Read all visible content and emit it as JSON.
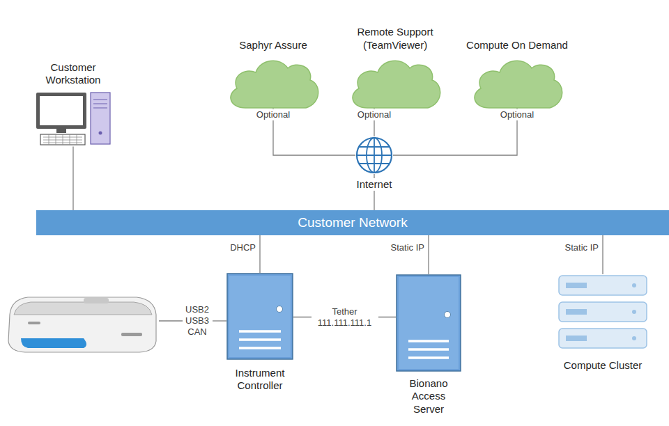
{
  "diagram": {
    "nodes": [
      {
        "text": [
          "Saphyr Assure"
        ]
      },
      {
        "text": [
          "Remote Support (TeamViewer)"
        ]
      },
      {
        "text": [
          "Compute On Demand"
        ]
      },
      {
        "text": [
          "Customer Workstation"
        ]
      },
      {
        "text": [
          "Internet"
        ]
      },
      {
        "text": [
          "Customer Network"
        ]
      },
      {
        "text": [
          "Instrument Controller"
        ]
      },
      {
        "text": [
          "Bionano Access Server"
        ]
      },
      {
        "text": [
          "Compute Cluster"
        ]
      }
    ],
    "edges": [
      {
        "from": 0,
        "to": 4,
        "label": "Optional",
        "arrow": "none"
      },
      {
        "from": 1,
        "to": 4,
        "label": "Optional",
        "arrow": "none"
      },
      {
        "from": 2,
        "to": 4,
        "label": "Optional",
        "arrow": "none"
      },
      {
        "from": 4,
        "to": 5,
        "arrow": "none"
      },
      {
        "from": 3,
        "to": 5,
        "arrow": "none"
      },
      {
        "from": 5,
        "to": 6,
        "label": "DHCP",
        "arrow": "none"
      },
      {
        "from": 5,
        "to": 7,
        "label": "Static IP",
        "arrow": "none"
      },
      {
        "from": 5,
        "to": 8,
        "label": "Static IP",
        "arrow": "none"
      },
      {
        "from": 6,
        "to": 7,
        "label": "Tether 111.111.111.1",
        "arrow": "none"
      }
    ],
    "labels": [
      "USB2",
      "USB3",
      "CAN"
    ]
  }
}
